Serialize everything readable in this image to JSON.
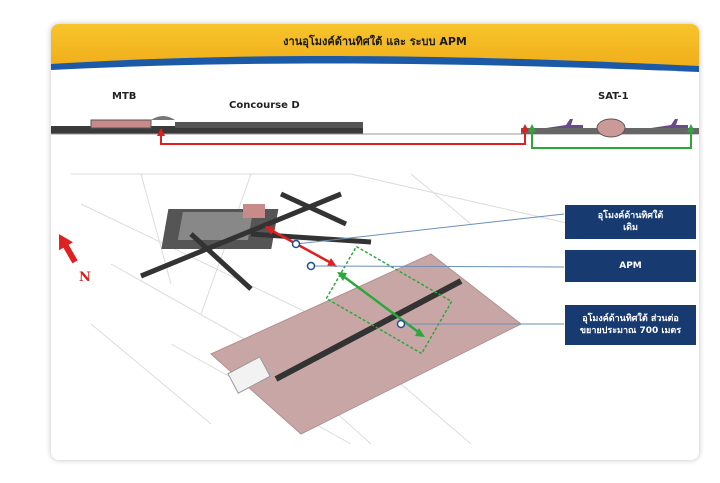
{
  "title": "งานอุโมงค์ด้านทิศใต้ และ ระบบ APM",
  "labels": {
    "mtb": "MTB",
    "concourse_d": "Concourse D",
    "sat1": "SAT-1",
    "north": "N"
  },
  "callouts": [
    {
      "lines": [
        "อุโมงค์ด้านทิศใต้",
        "เดิม"
      ]
    },
    {
      "lines": [
        "APM"
      ]
    },
    {
      "lines": [
        "อุโมงค์ด้านทิศใต้ ส่วนต่อ",
        "ขยายประมาณ 700 เมตร"
      ]
    }
  ],
  "colors": {
    "header_blue": "#1c5aa8",
    "header_gold": "#f3b21a",
    "callout_bg": "#173a70",
    "red_line": "#e02020",
    "green_line": "#2aa83a",
    "apron_pink": "#c9a6a6"
  }
}
